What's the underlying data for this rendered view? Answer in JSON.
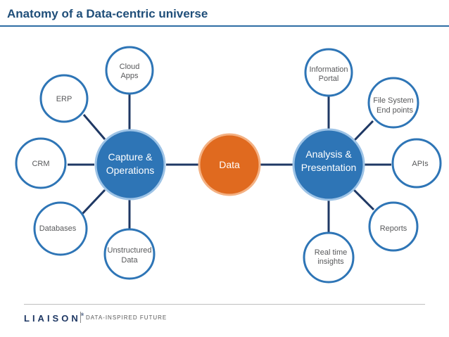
{
  "title": "Anatomy of a Data-centric universe",
  "colors": {
    "title": "#1f4e79",
    "hub_blue": "#2e75b6",
    "hub_orange": "#e06a1f",
    "outline": "#2e75b6",
    "connector": "#1f3864"
  },
  "center": {
    "line1": "Data",
    "line2": ""
  },
  "left_hub": {
    "line1": "Capture &",
    "line2": "Operations"
  },
  "right_hub": {
    "line1": "Analysis &",
    "line2": "Presentation"
  },
  "left_nodes": [
    {
      "line1": "Cloud",
      "line2": "Apps"
    },
    {
      "line1": "ERP",
      "line2": ""
    },
    {
      "line1": "CRM",
      "line2": ""
    },
    {
      "line1": "Databases",
      "line2": ""
    },
    {
      "line1": "Unstructured",
      "line2": "Data"
    }
  ],
  "right_nodes": [
    {
      "line1": "Information",
      "line2": "Portal"
    },
    {
      "line1": "File System",
      "line2": "End points"
    },
    {
      "line1": "APIs",
      "line2": ""
    },
    {
      "line1": "Reports",
      "line2": ""
    },
    {
      "line1": "Real time",
      "line2": "insights"
    }
  ],
  "footer": {
    "logo": "LIAISON",
    "trademark": "®",
    "tagline": "DATA-INSPIRED FUTURE"
  }
}
